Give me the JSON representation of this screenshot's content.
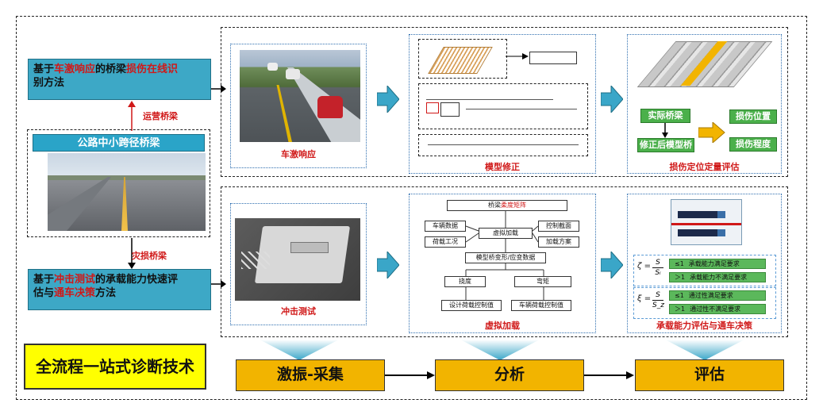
{
  "left": {
    "top_method": {
      "prefix": "基于",
      "hl1": "车激响应",
      "mid": "的桥梁",
      "hl2": "损伤在线识",
      "rest": "别方法"
    },
    "operating_label": "运营桥梁",
    "bridge_title": "公路中小跨径桥梁",
    "damaged_label": "灾损桥梁",
    "bottom_method": {
      "prefix": "基于",
      "hl1": "冲击测试",
      "mid": "的承载能力快速评",
      "rest": "估与",
      "hl2": "通车决策",
      "end": "方法"
    },
    "diag_title": "全流程一站式诊断技术"
  },
  "row1": {
    "caption1": "车激响应",
    "caption2": "模型修正",
    "caption3": "损伤定位定量评估",
    "boxes": {
      "actual": "实际桥梁",
      "model": "修正后模型桥",
      "location": "损伤位置",
      "degree": "损伤程度"
    }
  },
  "row2": {
    "caption1": "冲击测试",
    "caption2": "虚拟加载",
    "caption3": "承载能力评估与通车决策",
    "flow": {
      "top_prefix": "桥梁",
      "top_hl": "柔度矩阵",
      "vehicle_data": "车辆数据",
      "control_section": "控制截面",
      "virtual_load": "虚拟加载",
      "load_case": "荷载工况",
      "load_scheme": "加载方案",
      "deform": "模型桥变形/应变数据",
      "deflection": "挠度",
      "bending": "弯矩",
      "design_ctrl": "设计荷载控制值",
      "vehicle_ctrl": "车辆荷载控制值"
    },
    "eval": {
      "zeta": "ζ =",
      "s1": "S",
      "si": "Sᵢ",
      "xi": "ξ =",
      "s2": "S",
      "sz": "S_z",
      "le1": "≤1",
      "gt1": "＞1",
      "cap_ok": "承载能力满足要求",
      "cap_no": "承载能力不满足要求",
      "pass_ok": "通过性满足要求",
      "pass_no": "通过性不满足要求"
    }
  },
  "flow_steps": {
    "step1": "激振-采集",
    "step2": "分析",
    "step3": "评估"
  },
  "colors": {
    "teal": "#3da8c6",
    "arrow": "#3aa6c8",
    "gold": "#f2b400",
    "green": "#4bb04b",
    "red": "#d01818",
    "yellow": "#ffff00"
  }
}
